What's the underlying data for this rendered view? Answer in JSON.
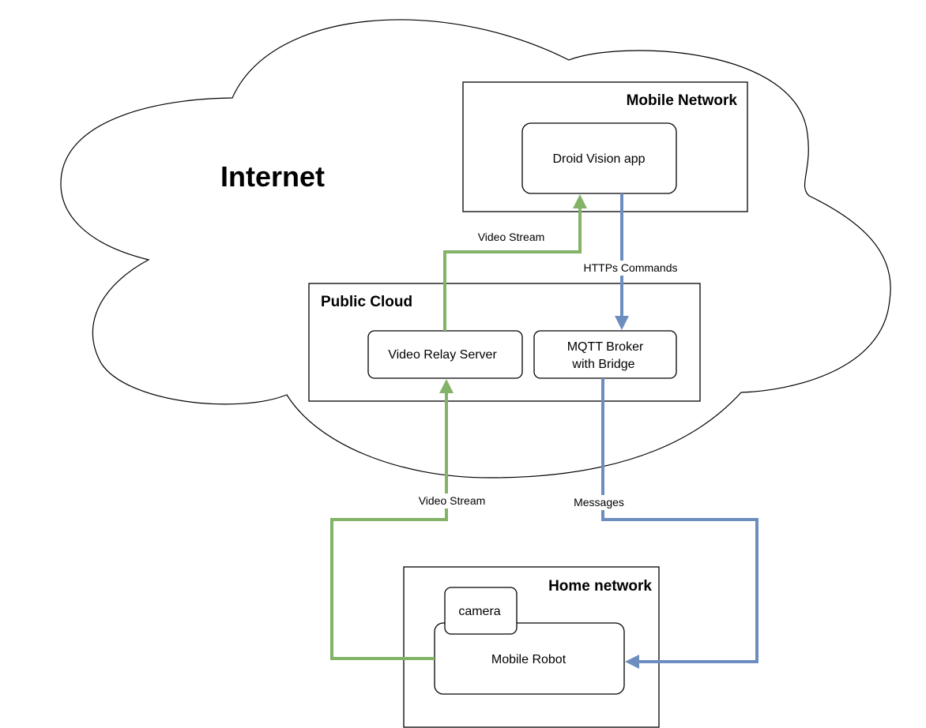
{
  "diagram": {
    "cloud": {
      "label": "Internet"
    },
    "groups": {
      "mobile_network": {
        "label": "Mobile Network"
      },
      "public_cloud": {
        "label": "Public Cloud"
      },
      "home_network": {
        "label": "Home network"
      }
    },
    "nodes": {
      "droid_vision_app": {
        "label": "Droid Vision app"
      },
      "video_relay_server": {
        "label": "Video Relay Server"
      },
      "mqtt_broker": {
        "line1": "MQTT Broker",
        "line2": "with Bridge"
      },
      "camera": {
        "label": "camera"
      },
      "mobile_robot": {
        "label": "Mobile Robot"
      }
    },
    "edges": {
      "relay_to_app": {
        "label": "Video Stream",
        "from": "Video Relay Server",
        "to": "Droid Vision app",
        "color": "#82b366"
      },
      "app_to_broker": {
        "label": "HTTPs Commands",
        "from": "Droid Vision app",
        "to": "MQTT Broker with Bridge",
        "color": "#6c8ebf"
      },
      "robot_to_relay": {
        "label": "Video Stream",
        "from": "Mobile Robot",
        "to": "Video Relay Server",
        "color": "#82b366"
      },
      "broker_to_robot": {
        "label": "Messages",
        "from": "MQTT Broker with Bridge",
        "to": "Mobile Robot",
        "color": "#6c8ebf"
      }
    }
  }
}
